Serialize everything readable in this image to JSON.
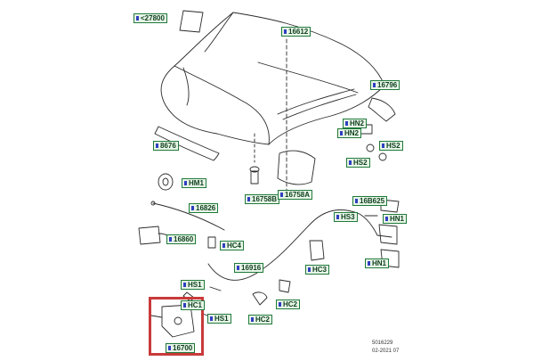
{
  "callouts": {
    "c27800": "<27800",
    "c16612": "16612",
    "c16796": "16796",
    "c8676": "8676",
    "hn2a": "HN2",
    "hn2b": "HN2",
    "hs2a": "HS2",
    "hs2b": "HS2",
    "hm1": "HM1",
    "c16758b": "16758B",
    "c16758a": "16758A",
    "c16826": "16826",
    "c16b625": "16B625",
    "hs3": "HS3",
    "hn1a": "HN1",
    "hn1b": "HN1",
    "c16860": "16860",
    "hc4": "HC4",
    "c16916": "16916",
    "hc3": "HC3",
    "hs1a": "HS1",
    "hc1": "HC1",
    "hs1b": "HS1",
    "hc2a": "HC2",
    "hc2b": "HC2",
    "c16700": "16700"
  },
  "footer": {
    "ref": "5016229",
    "date": "02-2021 07"
  },
  "colors": {
    "callout_border": "#1f7a3a",
    "callout_fill": "#e8f5e8",
    "highlight": "#c83a3a",
    "line": "#2a2a2a"
  }
}
